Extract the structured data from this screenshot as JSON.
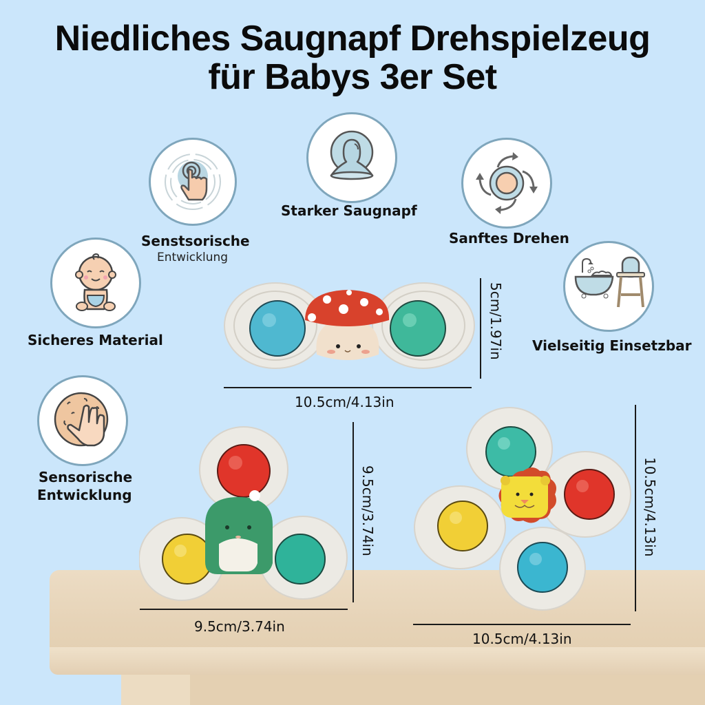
{
  "title": {
    "line1": "Niedliches Saugnapf Drehspielzeug",
    "line2": "für Babys 3er Set"
  },
  "features": [
    {
      "icon": "touch-finger-icon",
      "label": "Senstsorische",
      "sublabel": "Entwicklung"
    },
    {
      "icon": "suction-cup-icon",
      "label": "Starker Saugnapf"
    },
    {
      "icon": "rotate-arrows-icon",
      "label": "Sanftes Drehen"
    },
    {
      "icon": "baby-icon",
      "label": "Sicheres Material"
    },
    {
      "icon": "bath-highchair-icon",
      "label": "Vielseitig Einsetzbar"
    },
    {
      "icon": "hand-texture-icon",
      "label": "Sensorische",
      "sublabel": "Entwicklung"
    }
  ],
  "products": [
    {
      "name": "mushroom-spinner",
      "width_label": "10.5cm/4.13in",
      "height_label": "5cm/1.97in",
      "colors": {
        "left_bead": "#4fb8d0",
        "right_bead": "#3fb89a",
        "cap": "#d8422c"
      }
    },
    {
      "name": "dino-spinner",
      "width_label": "9.5cm/3.74in",
      "height_label": "9.5cm/3.74in",
      "colors": {
        "top_bead": "#e0352a",
        "left_bead": "#f1cf36",
        "right_bead": "#2fb39a",
        "figure": "#3c9a6a"
      }
    },
    {
      "name": "lion-spinner",
      "width_label": "10.5cm/4.13in",
      "height_label": "10.5cm/4.13in",
      "colors": {
        "top_bead": "#3dbba6",
        "right_bead": "#e0352a",
        "left_bead": "#f1cf36",
        "bottom_bead": "#3bb6d0",
        "mane": "#d24b2a",
        "face": "#f3dd3a"
      }
    }
  ],
  "colors": {
    "background": "#cbe6fb",
    "circle_border": "#7fa6bc",
    "table": "#e6d3b7"
  }
}
